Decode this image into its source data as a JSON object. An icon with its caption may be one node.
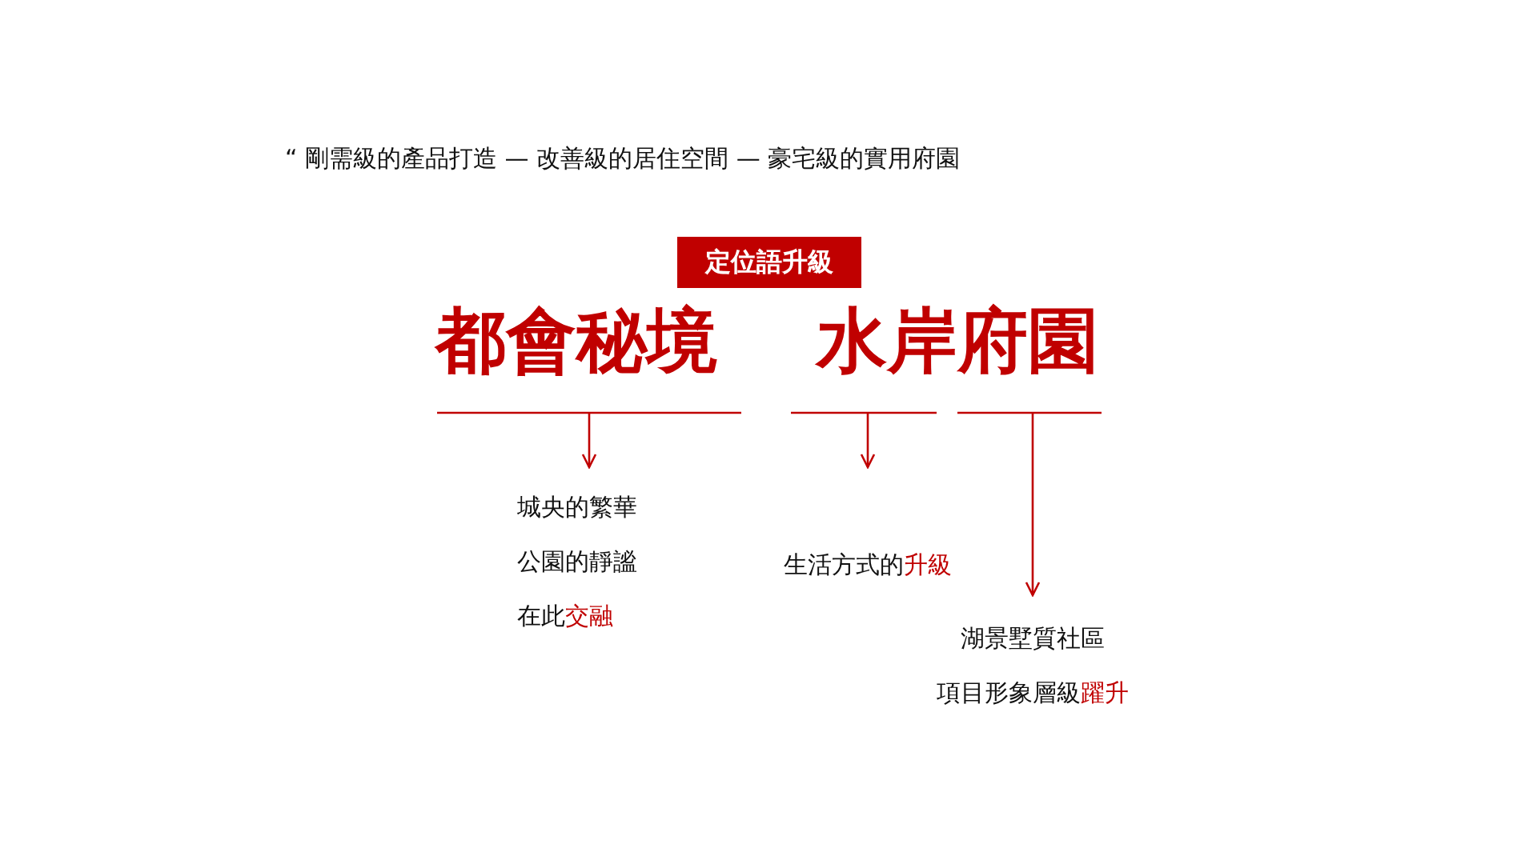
{
  "diagram": {
    "title": "“ 剛需級的產品打造 — 改善級的居住空間 — 豪宅級的實用府園",
    "nodes": [
      {
        "text": [
          "定位語升級"
        ]
      },
      {
        "text": [
          "都會秘境"
        ]
      },
      {
        "text": [
          "水岸府園"
        ]
      },
      {
        "text": [
          "城央的繁華",
          "公園的靜謐",
          "在此**交融**"
        ]
      },
      {
        "text": [
          "生活方式的**升級**"
        ]
      },
      {
        "text": [
          "湖景墅質社區",
          "項目形象層級**躍升**"
        ]
      }
    ],
    "edges": [
      {
        "from": 1,
        "to": 3,
        "arrow": "to"
      },
      {
        "from": 2,
        "to": 4,
        "arrow": "to"
      },
      {
        "from": 2,
        "to": 5,
        "arrow": "to"
      }
    ]
  }
}
